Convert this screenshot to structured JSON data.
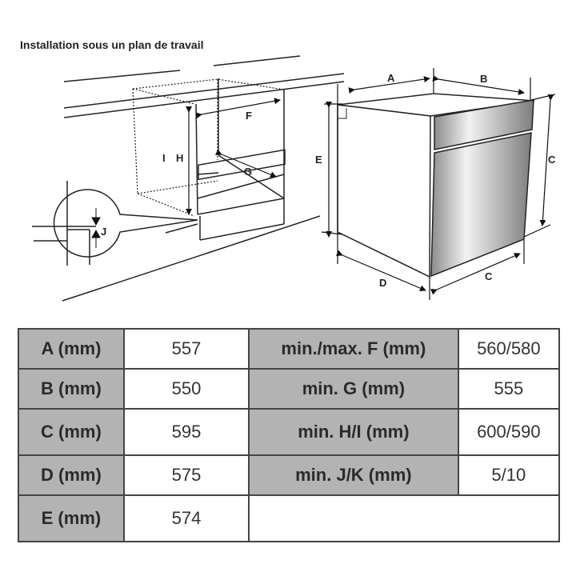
{
  "title": "Installation sous un plan de travail",
  "diagram": {
    "cabinet_labels": {
      "F": "F",
      "G": "G",
      "H": "H",
      "I": "I",
      "J": "J"
    },
    "oven_labels": {
      "A": "A",
      "B": "B",
      "C_height": "C",
      "C_width": "C",
      "D": "D",
      "E": "E"
    }
  },
  "table": {
    "rows": [
      {
        "key": "A (mm)",
        "value": "557",
        "key2": "min./max. F (mm)",
        "value2": "560/580"
      },
      {
        "key": "B (mm)",
        "value": "550",
        "key2": "min. G (mm)",
        "value2": "555"
      },
      {
        "key": "C (mm)",
        "value": "595",
        "key2": "min. H/I (mm)",
        "value2": "600/590"
      },
      {
        "key": "D (mm)",
        "value": "575",
        "key2": "min. J/K (mm)",
        "value2": "5/10"
      },
      {
        "key": "E (mm)",
        "value": "574",
        "key2": "",
        "value2": ""
      }
    ]
  }
}
